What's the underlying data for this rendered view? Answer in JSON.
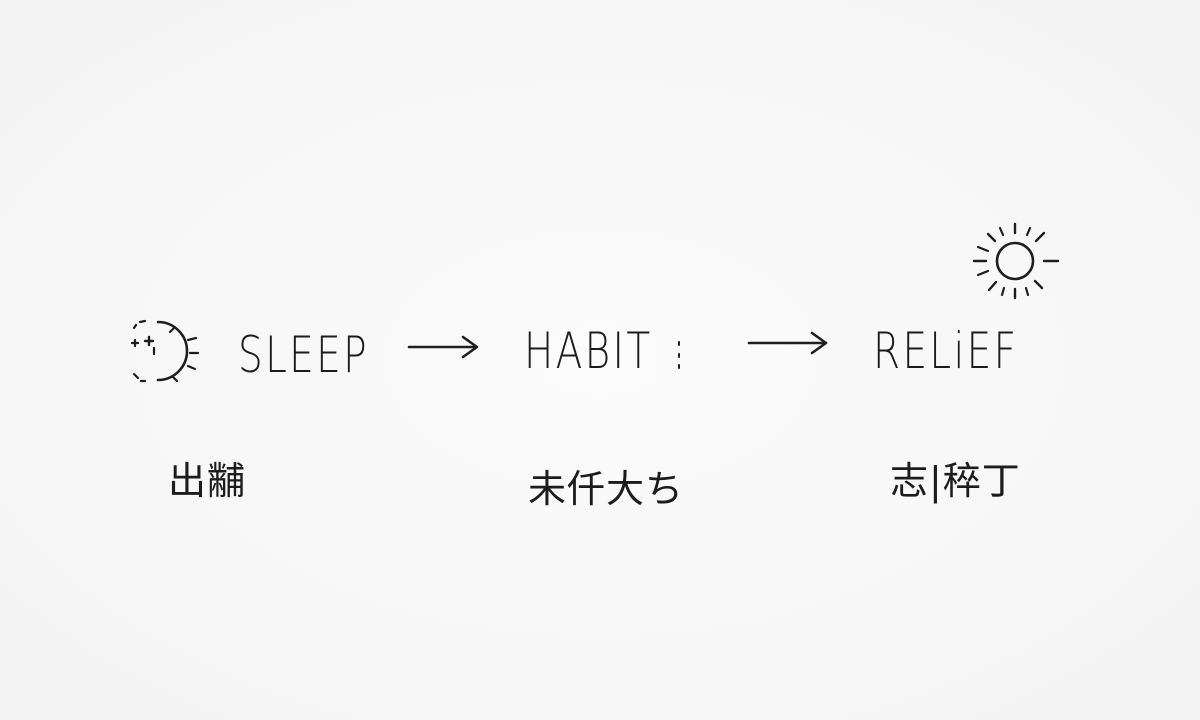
{
  "diagram": {
    "steps": [
      {
        "label": "SLEEP",
        "caption": "出黼",
        "icon": "moon-sleep-icon"
      },
      {
        "label": "HABIT",
        "caption": "未仟大ち",
        "icon": ""
      },
      {
        "label": "RELiEF",
        "caption": "志|稡丁",
        "icon": "sun-icon"
      }
    ],
    "connectors": [
      "arrow-right-icon",
      "arrow-right-icon"
    ],
    "colors": {
      "background": "#f7f7f7",
      "ink": "#1c1c1c"
    }
  }
}
